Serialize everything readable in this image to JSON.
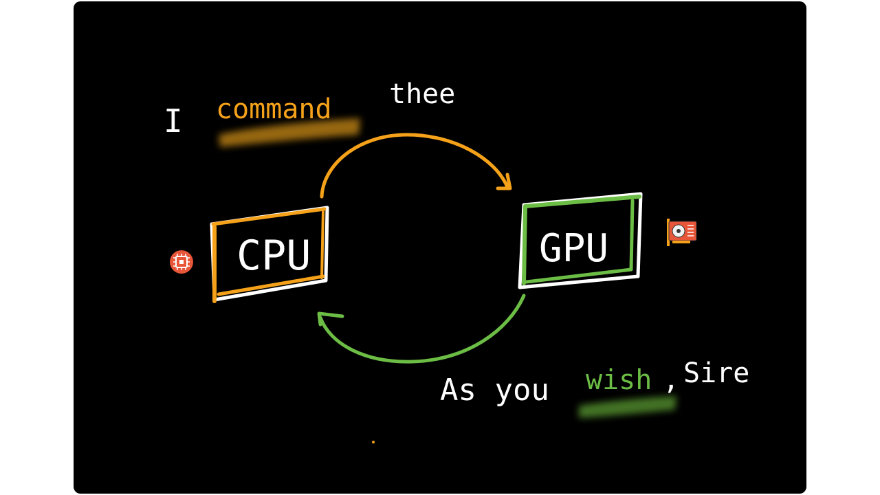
{
  "colors": {
    "page_background": "#ffffff",
    "canvas": "#000000",
    "ink": "#ffffff",
    "orange": "#f5a21a",
    "green": "#6cbd45",
    "chip_red": "#e8563a"
  },
  "top_line": {
    "word1": "I",
    "word2": "command",
    "word3": "thee"
  },
  "cpu_box": {
    "label": "CPU"
  },
  "gpu_box": {
    "label": "GPU"
  },
  "bottom_line": {
    "part1": "As you",
    "part2": "wish",
    "part3": ",",
    "part4": "Sire"
  },
  "icons": {
    "cpu": "cpu-chip-icon",
    "gpu": "graphics-card-icon"
  }
}
